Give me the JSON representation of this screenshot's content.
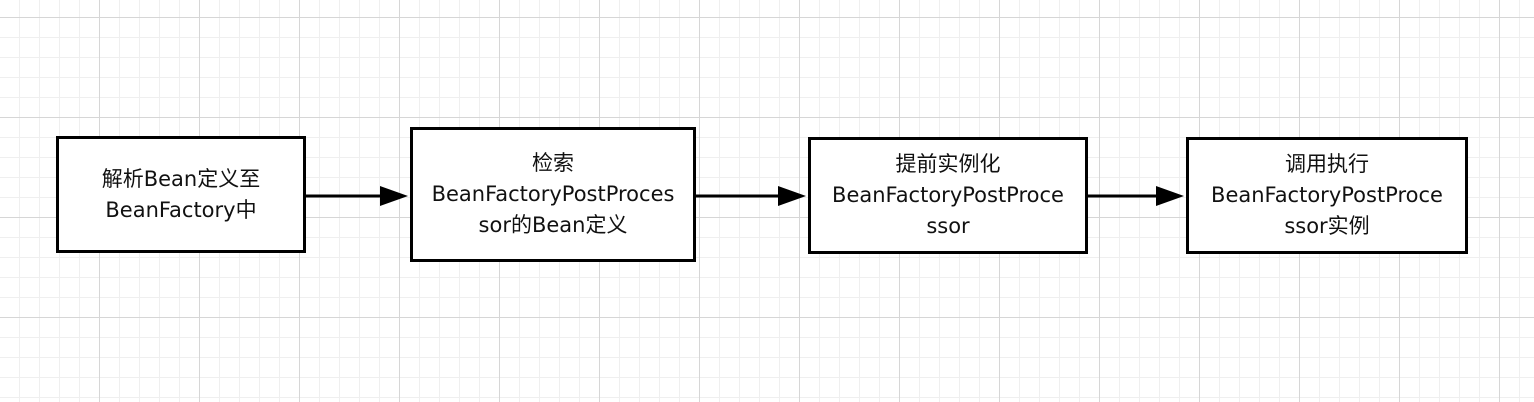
{
  "nodes": [
    {
      "id": "n1",
      "line1": "解析Bean定义至",
      "line2": "BeanFactory中"
    },
    {
      "id": "n2",
      "line1": "检索",
      "line2": "BeanFactoryPostProcessor的Bean定义"
    },
    {
      "id": "n3",
      "line1": "提前实例化",
      "line2": "BeanFactoryPostProcessor"
    },
    {
      "id": "n4",
      "line1": "调用执行",
      "line2": "BeanFactoryPostProcessor实例"
    }
  ],
  "edges": [
    {
      "from": "n1",
      "to": "n2"
    },
    {
      "from": "n2",
      "to": "n3"
    },
    {
      "from": "n3",
      "to": "n4"
    }
  ],
  "colors": {
    "stroke": "#000000",
    "fill": "#ffffff",
    "grid": "#d6d6d6"
  }
}
